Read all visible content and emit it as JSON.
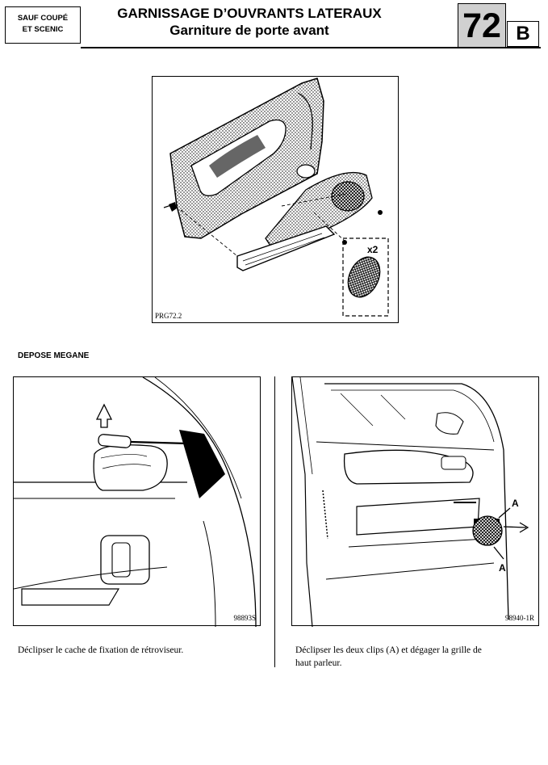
{
  "header": {
    "model_line1": "SAUF COUPÉ",
    "model_line2": "ET SCENIC",
    "title": "GARNISSAGE D’OUVRANTS LATERAUX",
    "subtitle": "Garniture de porte avant",
    "chapter_number": "72",
    "chapter_letter": "B"
  },
  "figures": {
    "main_ref": "PRG72.2",
    "main_multiplier": "x2",
    "left_ref": "98893S",
    "right_ref": "98940-1R",
    "right_label_a_top": "A",
    "right_label_a_bottom": "A"
  },
  "section_title": "DEPOSE MEGANE",
  "captions": {
    "left": "Déclipser le cache de fixation de rétroviseur.",
    "right_line1": "Déclipser les deux clips (A) et dégager la grille de",
    "right_line2": "haut parleur."
  }
}
